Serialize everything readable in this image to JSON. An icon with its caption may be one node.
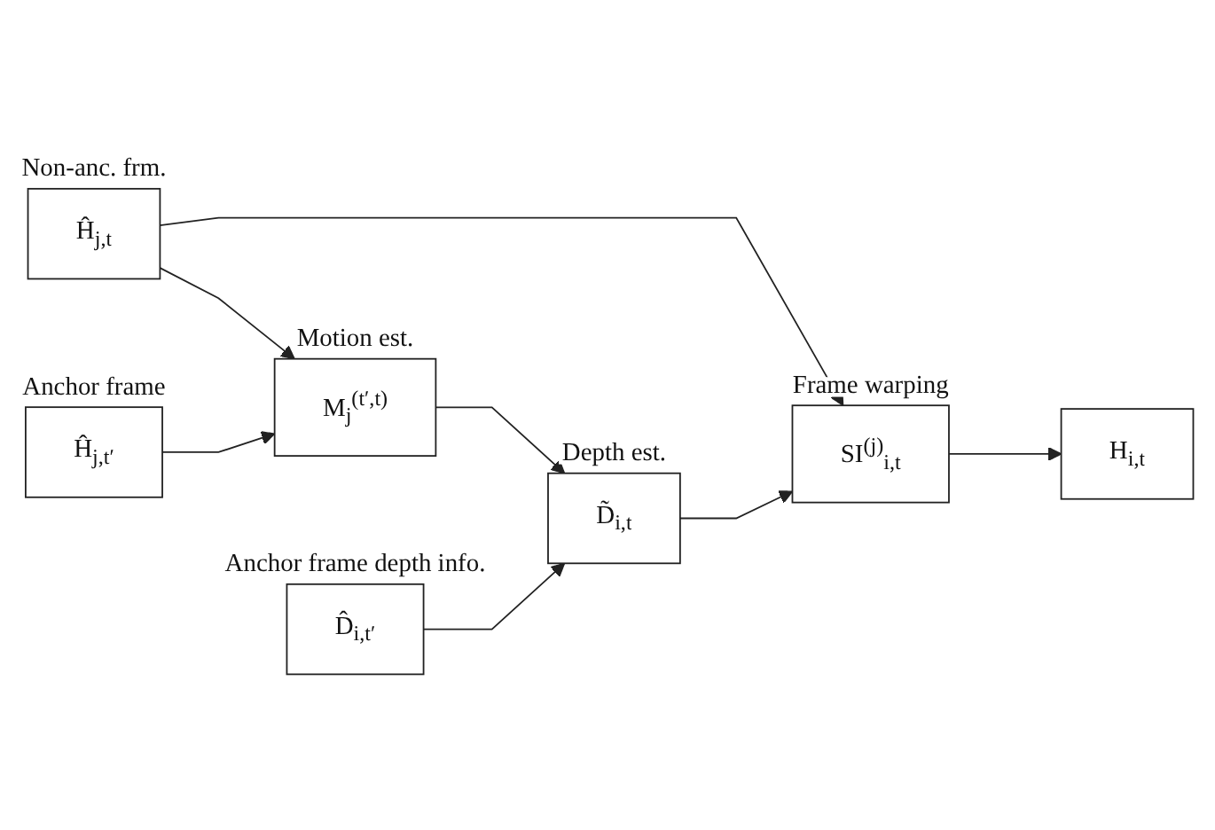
{
  "diagram": {
    "nodes": [
      {
        "text": [
          "Ĥ$_{j,t}$"
        ],
        "beside": [
          "Non-anc. frm."
        ]
      },
      {
        "text": [
          "SI$^{(j)}$$_{i,t}$"
        ],
        "beside": [
          "Frame warping"
        ]
      },
      {
        "text": [
          "H$_{i,t}$"
        ]
      },
      {
        "text": [
          "M$_{j}$$^{(t′,t)}$"
        ],
        "beside": [
          "Motion est."
        ]
      },
      {
        "text": [
          "D̃$_{i,t}$"
        ],
        "beside": [
          "Depth est."
        ]
      },
      {
        "text": [
          "Ĥ$_{j,t′}$"
        ],
        "beside": [
          "Anchor frame"
        ]
      },
      {
        "text": [
          "D̂$_{i,t′}$"
        ],
        "beside": [
          "Anchor frame depth info."
        ]
      }
    ],
    "edges": [
      {
        "from": 0,
        "to": 1,
        "arrow": "to"
      },
      {
        "from": 1,
        "to": 2,
        "arrow": "to"
      },
      {
        "from": 0,
        "to": 3,
        "arrow": "to"
      },
      {
        "from": 3,
        "to": 4,
        "arrow": "to"
      },
      {
        "from": 4,
        "to": 1,
        "arrow": "to"
      },
      {
        "from": 5,
        "to": 3,
        "arrow": "to"
      },
      {
        "from": 6,
        "to": 4,
        "arrow": "to"
      }
    ]
  }
}
